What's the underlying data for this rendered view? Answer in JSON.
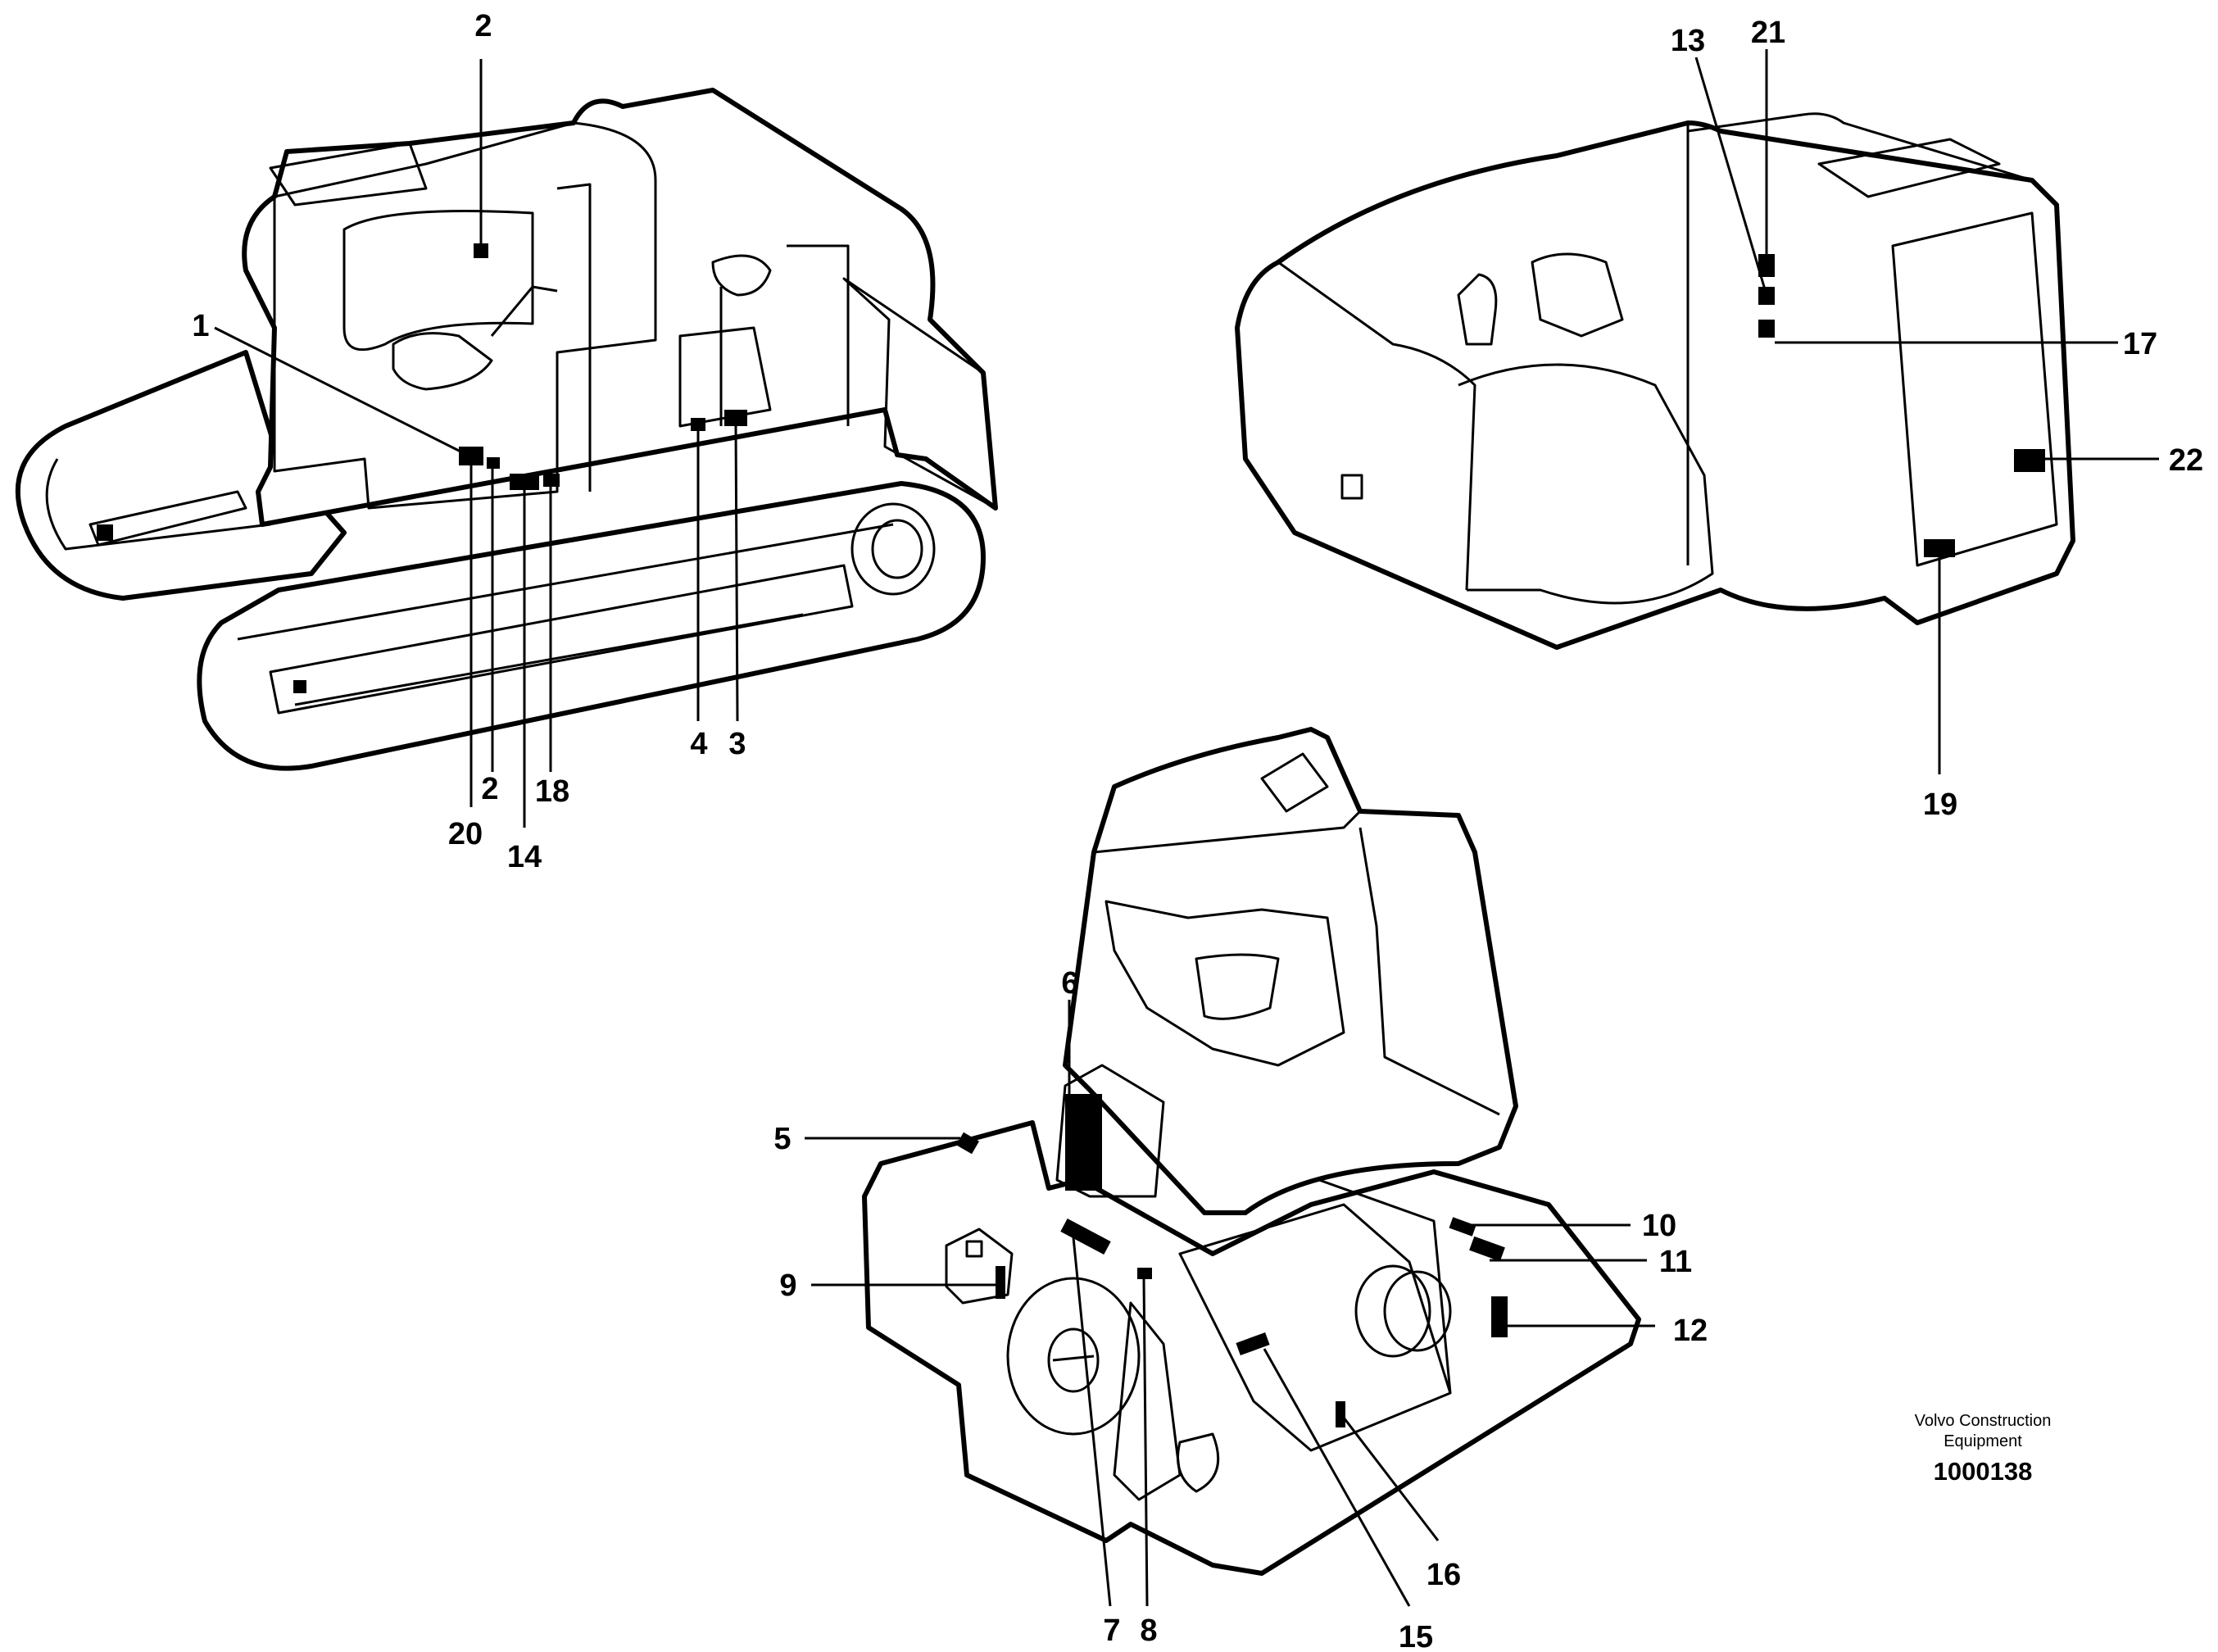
{
  "views": [
    {
      "id": "side-view"
    },
    {
      "id": "rear-view"
    },
    {
      "id": "superstructure-view"
    }
  ],
  "callouts": {
    "c1": "1",
    "c2a": "2",
    "c2b": "2",
    "c3": "3",
    "c4": "4",
    "c5": "5",
    "c6": "6",
    "c7": "7",
    "c8": "8",
    "c9": "9",
    "c10": "10",
    "c11": "11",
    "c12": "12",
    "c13": "13",
    "c14": "14",
    "c15": "15",
    "c16": "16",
    "c17": "17",
    "c18": "18",
    "c19": "19",
    "c20": "20",
    "c21": "21",
    "c22": "22"
  },
  "footer": {
    "line1": "Volvo Construction",
    "line2": "Equipment",
    "ref": "1000138"
  }
}
